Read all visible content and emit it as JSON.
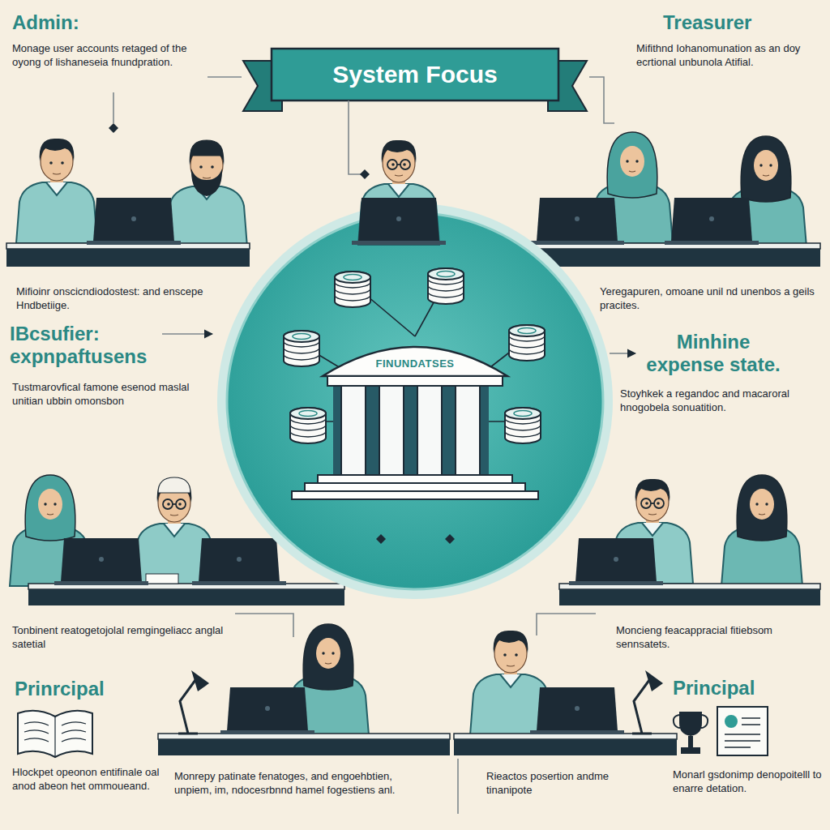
{
  "diagram": {
    "title": "System Focus",
    "nodes": [
      {
        "text": [
          "FINUNDATSES"
        ]
      }
    ],
    "labels": [
      "Admin:",
      "Monage user accounts retaged of the oyong of lishaneseia fnundpration.",
      "Treasurer",
      "Mifithnd Iohanomunation as an doy ecrtional unbunola Atifial.",
      "Mifioinr onscicndiodostest: and enscepe Hndbetiige.",
      "Yeregapuren, omoane unil nd unenbos a geils pracites.",
      "IBcsufier: expnpaftusens",
      "Tustmarovfical famone esenod maslal unitian ubbin omonsbon",
      "Minhine expense state.",
      "Stoyhkek a regandoc and macaroral hnogobela sonuatition.",
      "Tonbinent reatogetojolal remgingeliacc anglal satetial",
      "Moncieng feacappracial fitiebsom sennsatets.",
      "Prinrcipal",
      "Hlockpet opeonon entifinale oal anod abeon het ommoueand.",
      "Monrepy patinate fenatoges, and engoehbtien, unpiem, im, ndocesrbnnd hamel fogestiens anl.",
      "Rieactos posertion andme tinanipote",
      "Principal",
      "Monarl gsdonimp denopoitelll to enarre detation."
    ]
  }
}
